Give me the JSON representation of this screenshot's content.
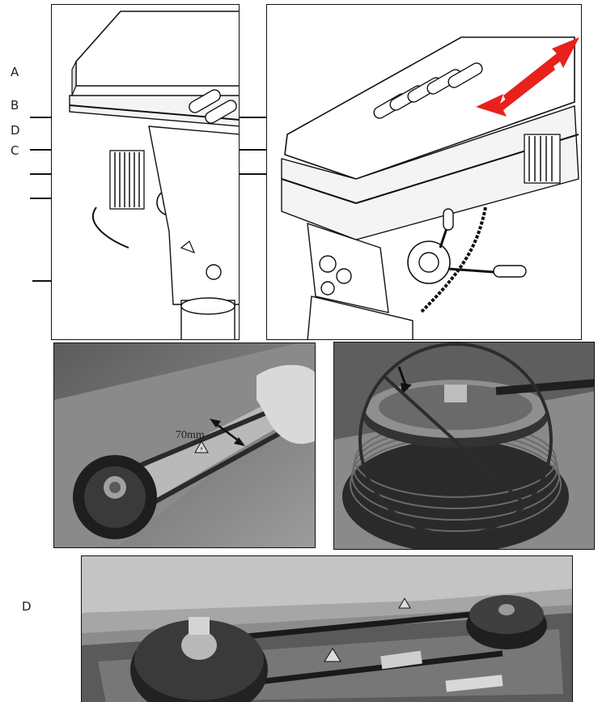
{
  "callouts": {
    "a": "A",
    "b": "B",
    "d_top": "D",
    "c": "C",
    "d_bottom": "D"
  },
  "photo_tension": {
    "measure_label": "70mm"
  },
  "colors": {
    "arrow_red": "#e8211d",
    "line": "#111111",
    "photo_dark": "#2a2a2a",
    "photo_mid": "#7a7a7a",
    "photo_light": "#b9b9b9"
  }
}
